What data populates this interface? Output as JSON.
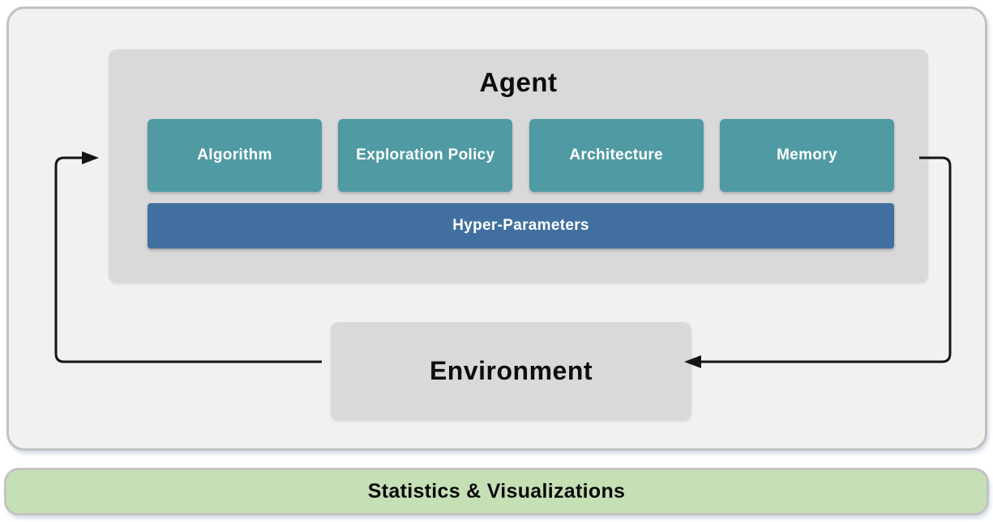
{
  "panel": {
    "agent": {
      "title": "Agent",
      "components": [
        "Algorithm",
        "Exploration Policy",
        "Architecture",
        "Memory"
      ],
      "hyper_parameters_label": "Hyper-Parameters"
    },
    "environment": {
      "title": "Environment"
    },
    "arrows": {
      "environment_to_agent": "environment-to-agent feedback loop arrow",
      "agent_to_environment": "agent-to-environment action arrow"
    }
  },
  "footer": {
    "label": "Statistics & Visualizations"
  },
  "colors": {
    "panel_background": "#f1f1f0",
    "panel_border": "#c1c1c1",
    "container_gray": "#d9d9d9",
    "component_teal": "#4f9aa3",
    "hyper_parameters_blue": "#4170a0",
    "stats_green": "#c5e0b4",
    "arrow_black": "#141414",
    "text_white": "#ffffff",
    "text_black": "#0d0d0d"
  }
}
